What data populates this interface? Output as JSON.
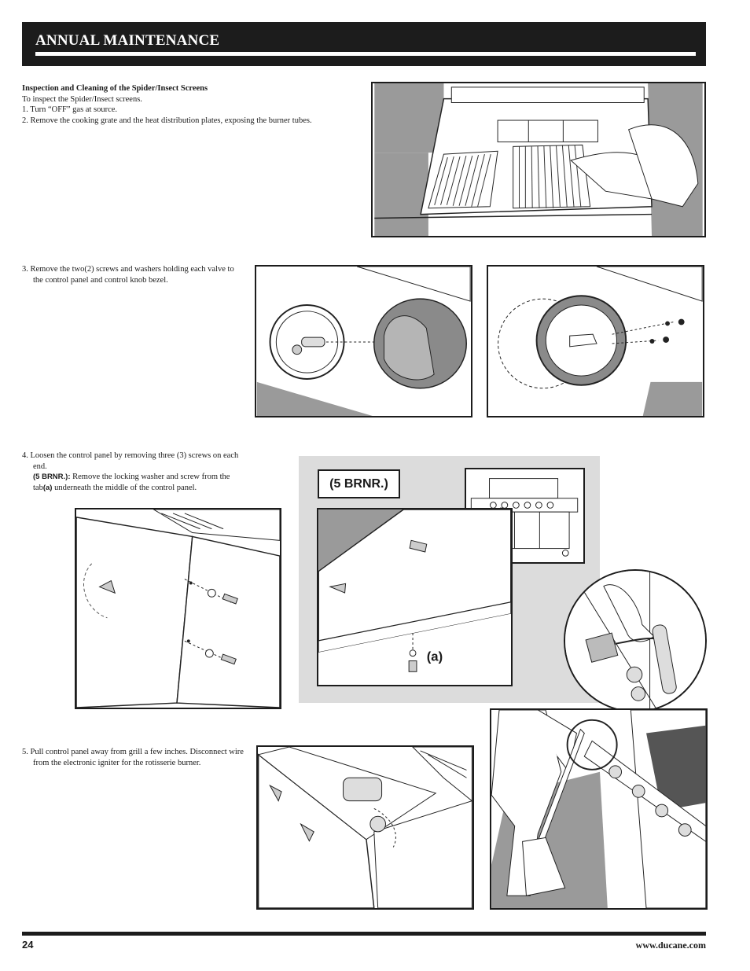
{
  "header": {
    "title": "ANNUAL MAINTENANCE"
  },
  "section": {
    "heading": "Inspection and Cleaning of the Spider/Insect Screens",
    "intro": "To inspect the Spider/Insect screens.",
    "steps": [
      "1.  Turn “OFF” gas at source.",
      "2.  Remove the cooking grate and the heat distribution plates, exposing the burner tubes.",
      "3.  Remove the two(2) screws and washers holding each valve to the control panel and control knob bezel.",
      "4.  Loosen the control panel by removing three (3) screws on each end.",
      "5.  Pull control panel away from grill a few inches. Disconnect wire from the electronic igniter for the rotisserie burner."
    ],
    "step4_note_label": "(5 BRNR.):",
    "step4_note_pre": " Remove the locking washer and screw from the tab",
    "step4_note_tab": "(a)",
    "step4_note_post": " underneath the middle of the control panel."
  },
  "figures": {
    "five_burner_label": "(5 BRNR.)",
    "tab_label": "(a)"
  },
  "footer": {
    "page_number": "24",
    "website": "www.ducane.com"
  }
}
